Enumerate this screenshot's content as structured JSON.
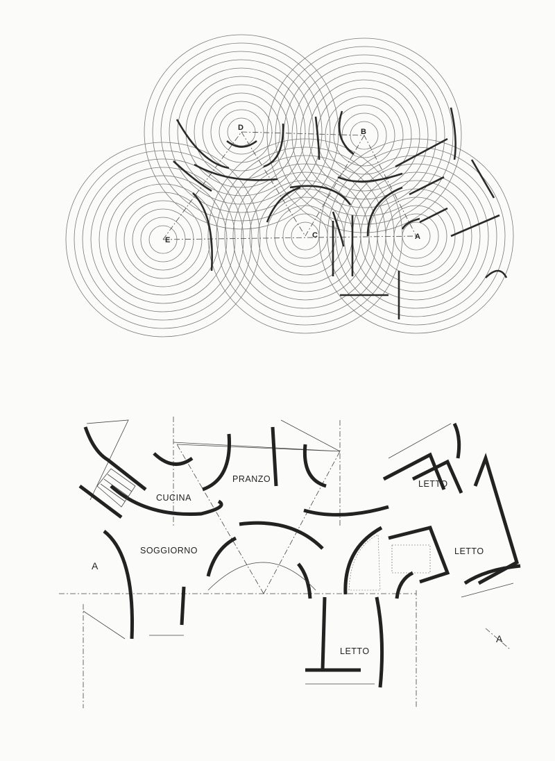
{
  "geometric_scheme": {
    "centers": [
      "A",
      "B",
      "C",
      "D",
      "E"
    ]
  },
  "floor_plan": {
    "rooms": {
      "cucina": "CUCINA",
      "pranzo": "PRANZO",
      "soggiorno": "SOGGIORNO",
      "letto_1": "LETTO",
      "letto_2": "LETTO",
      "letto_3": "LETTO"
    },
    "section_markers": [
      "A",
      "A"
    ]
  }
}
